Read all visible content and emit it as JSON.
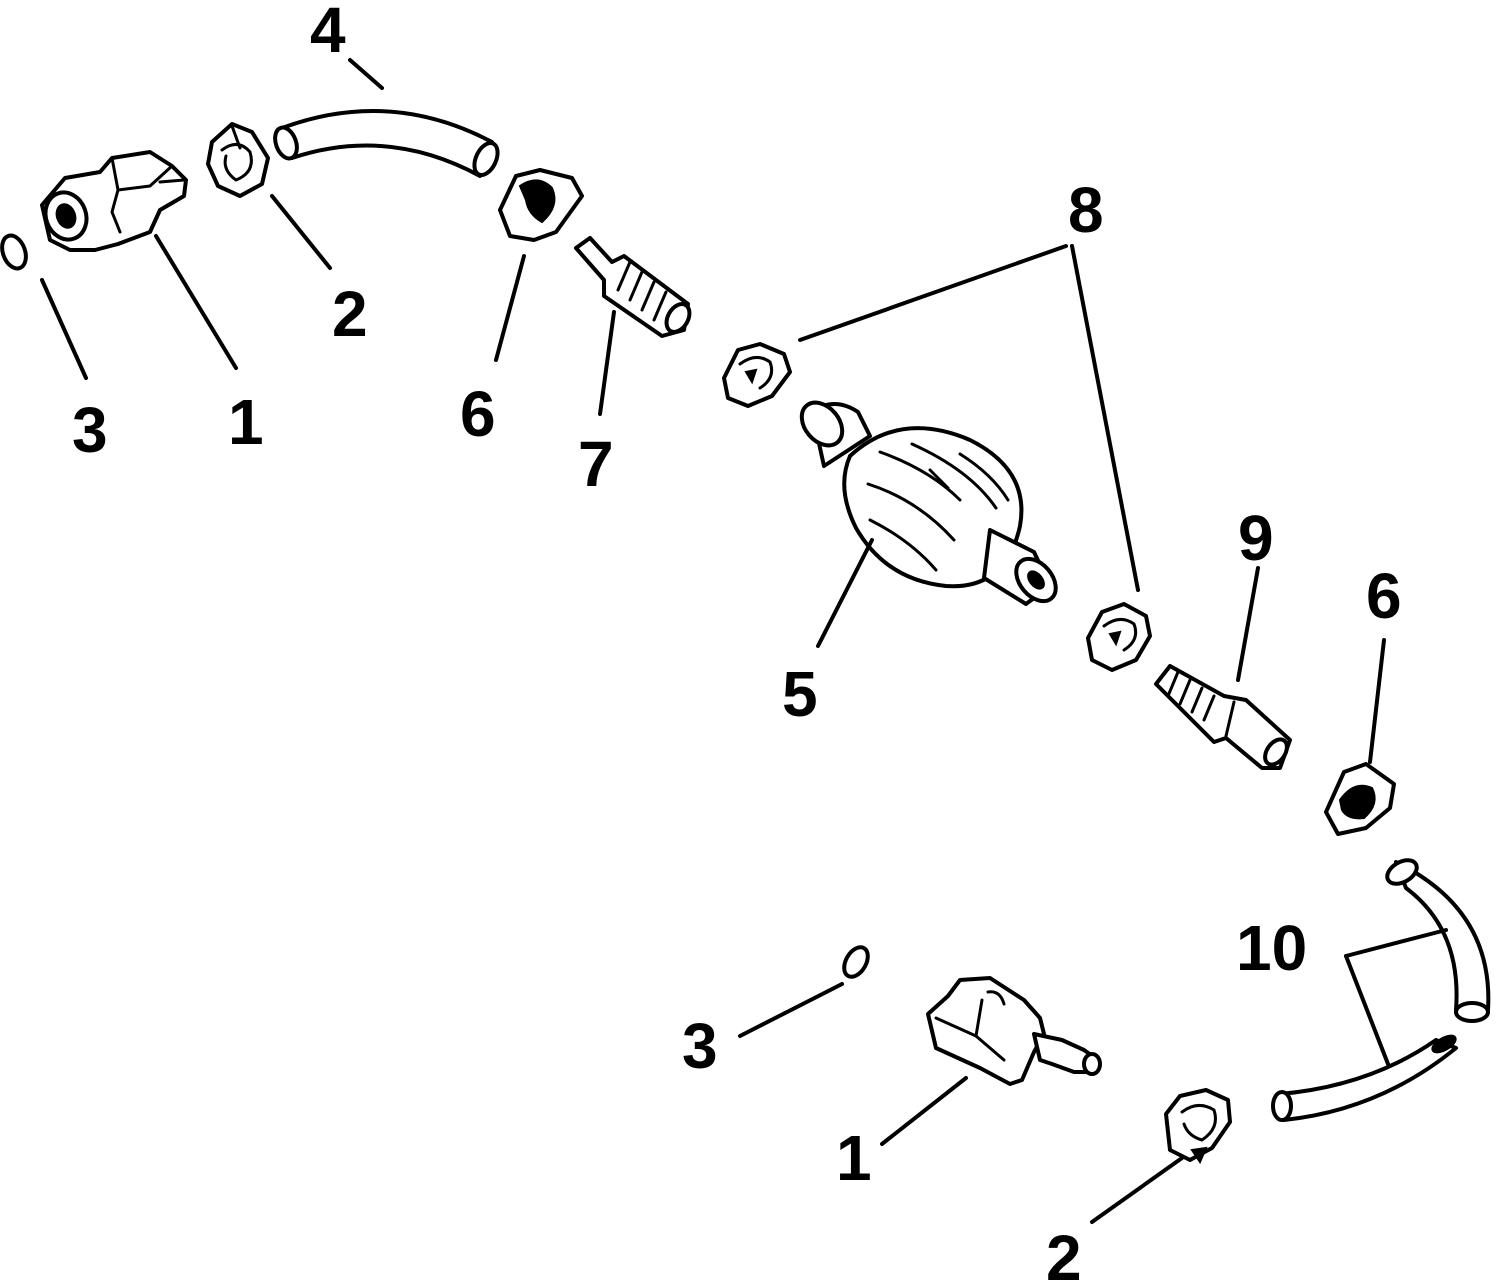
{
  "callouts": {
    "top_fitting": "1",
    "top_clamp": "2",
    "top_oring": "3",
    "top_hose": "4",
    "primer_bulb": "5",
    "clamp_upper": "6",
    "valve_inlet": "7",
    "bulb_clips": "8",
    "valve_outlet": "9",
    "clamp_lower": "6",
    "bottom_hose": "10",
    "bottom_oring": "3",
    "bottom_fitting": "1",
    "bottom_clamp": "2"
  },
  "colors": {
    "ink": "#000000",
    "paper": "#ffffff"
  }
}
